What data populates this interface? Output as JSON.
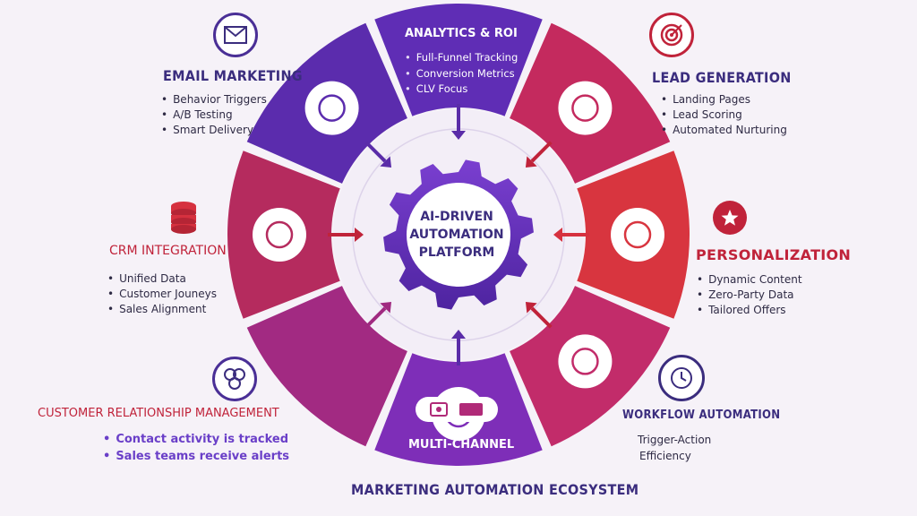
{
  "center": {
    "lines": [
      "AI-DRIVEN",
      "AUTOMATION",
      "PLATFORM"
    ]
  },
  "analytics": {
    "title": "ANALYTICS & ROI",
    "items": [
      "Full-Funnel Tracking",
      "Conversion Metrics",
      "CLV Focus"
    ]
  },
  "email": {
    "title": "EMAIL MARKETING",
    "items": [
      "Behavior Triggers",
      "A/B Testing",
      "Smart Delivery"
    ]
  },
  "lead": {
    "title": "LEAD GENERATION",
    "items": [
      "Landing Pages",
      "Lead Scoring",
      "Automated Nurturing"
    ]
  },
  "crm": {
    "title": "CRM INTEGRATION",
    "items": [
      "Unified Data",
      "Customer Jouneys",
      "Sales Alignment"
    ]
  },
  "personalization": {
    "title": "PERSONALIZATION",
    "items": [
      "Dynamic Content",
      "Zero-Party Data",
      "Tailored Offers"
    ]
  },
  "crm_mgmt": {
    "title": "CUSTOMER RELATIONSHIP MANAGEMENT",
    "items": [
      "Contact activity is tracked",
      "Sales teams receive alerts"
    ]
  },
  "workflow": {
    "title": "WORKFLOW AUTOMATION",
    "lines": [
      "Trigger-Action",
      "Efficiency"
    ]
  },
  "multichannel": {
    "title": "MULTI-CHANNEL"
  },
  "footer": {
    "title": "MARKETING AUTOMATION ECOSYSTEM"
  },
  "colors": {
    "purple": "#5a2ca8",
    "magenta": "#b02a78",
    "red": "#d6313f",
    "dark_navy": "#3b2d7e",
    "label_red": "#c0233a"
  },
  "icons": {
    "center": "gear-icon",
    "email": "envelope-icon",
    "lead": "target-icon",
    "lead_inner": "clipboard-icon",
    "crm": "database-icon",
    "crm_inner": "handshake-icon",
    "personalization": "star-badge-icon",
    "personalization_inner": "user-star-icon",
    "crm_mgmt": "people-network-icon",
    "workflow": "clock-icon",
    "workflow_inner": "sync-clock-icon",
    "multichannel": "devices-icon"
  }
}
